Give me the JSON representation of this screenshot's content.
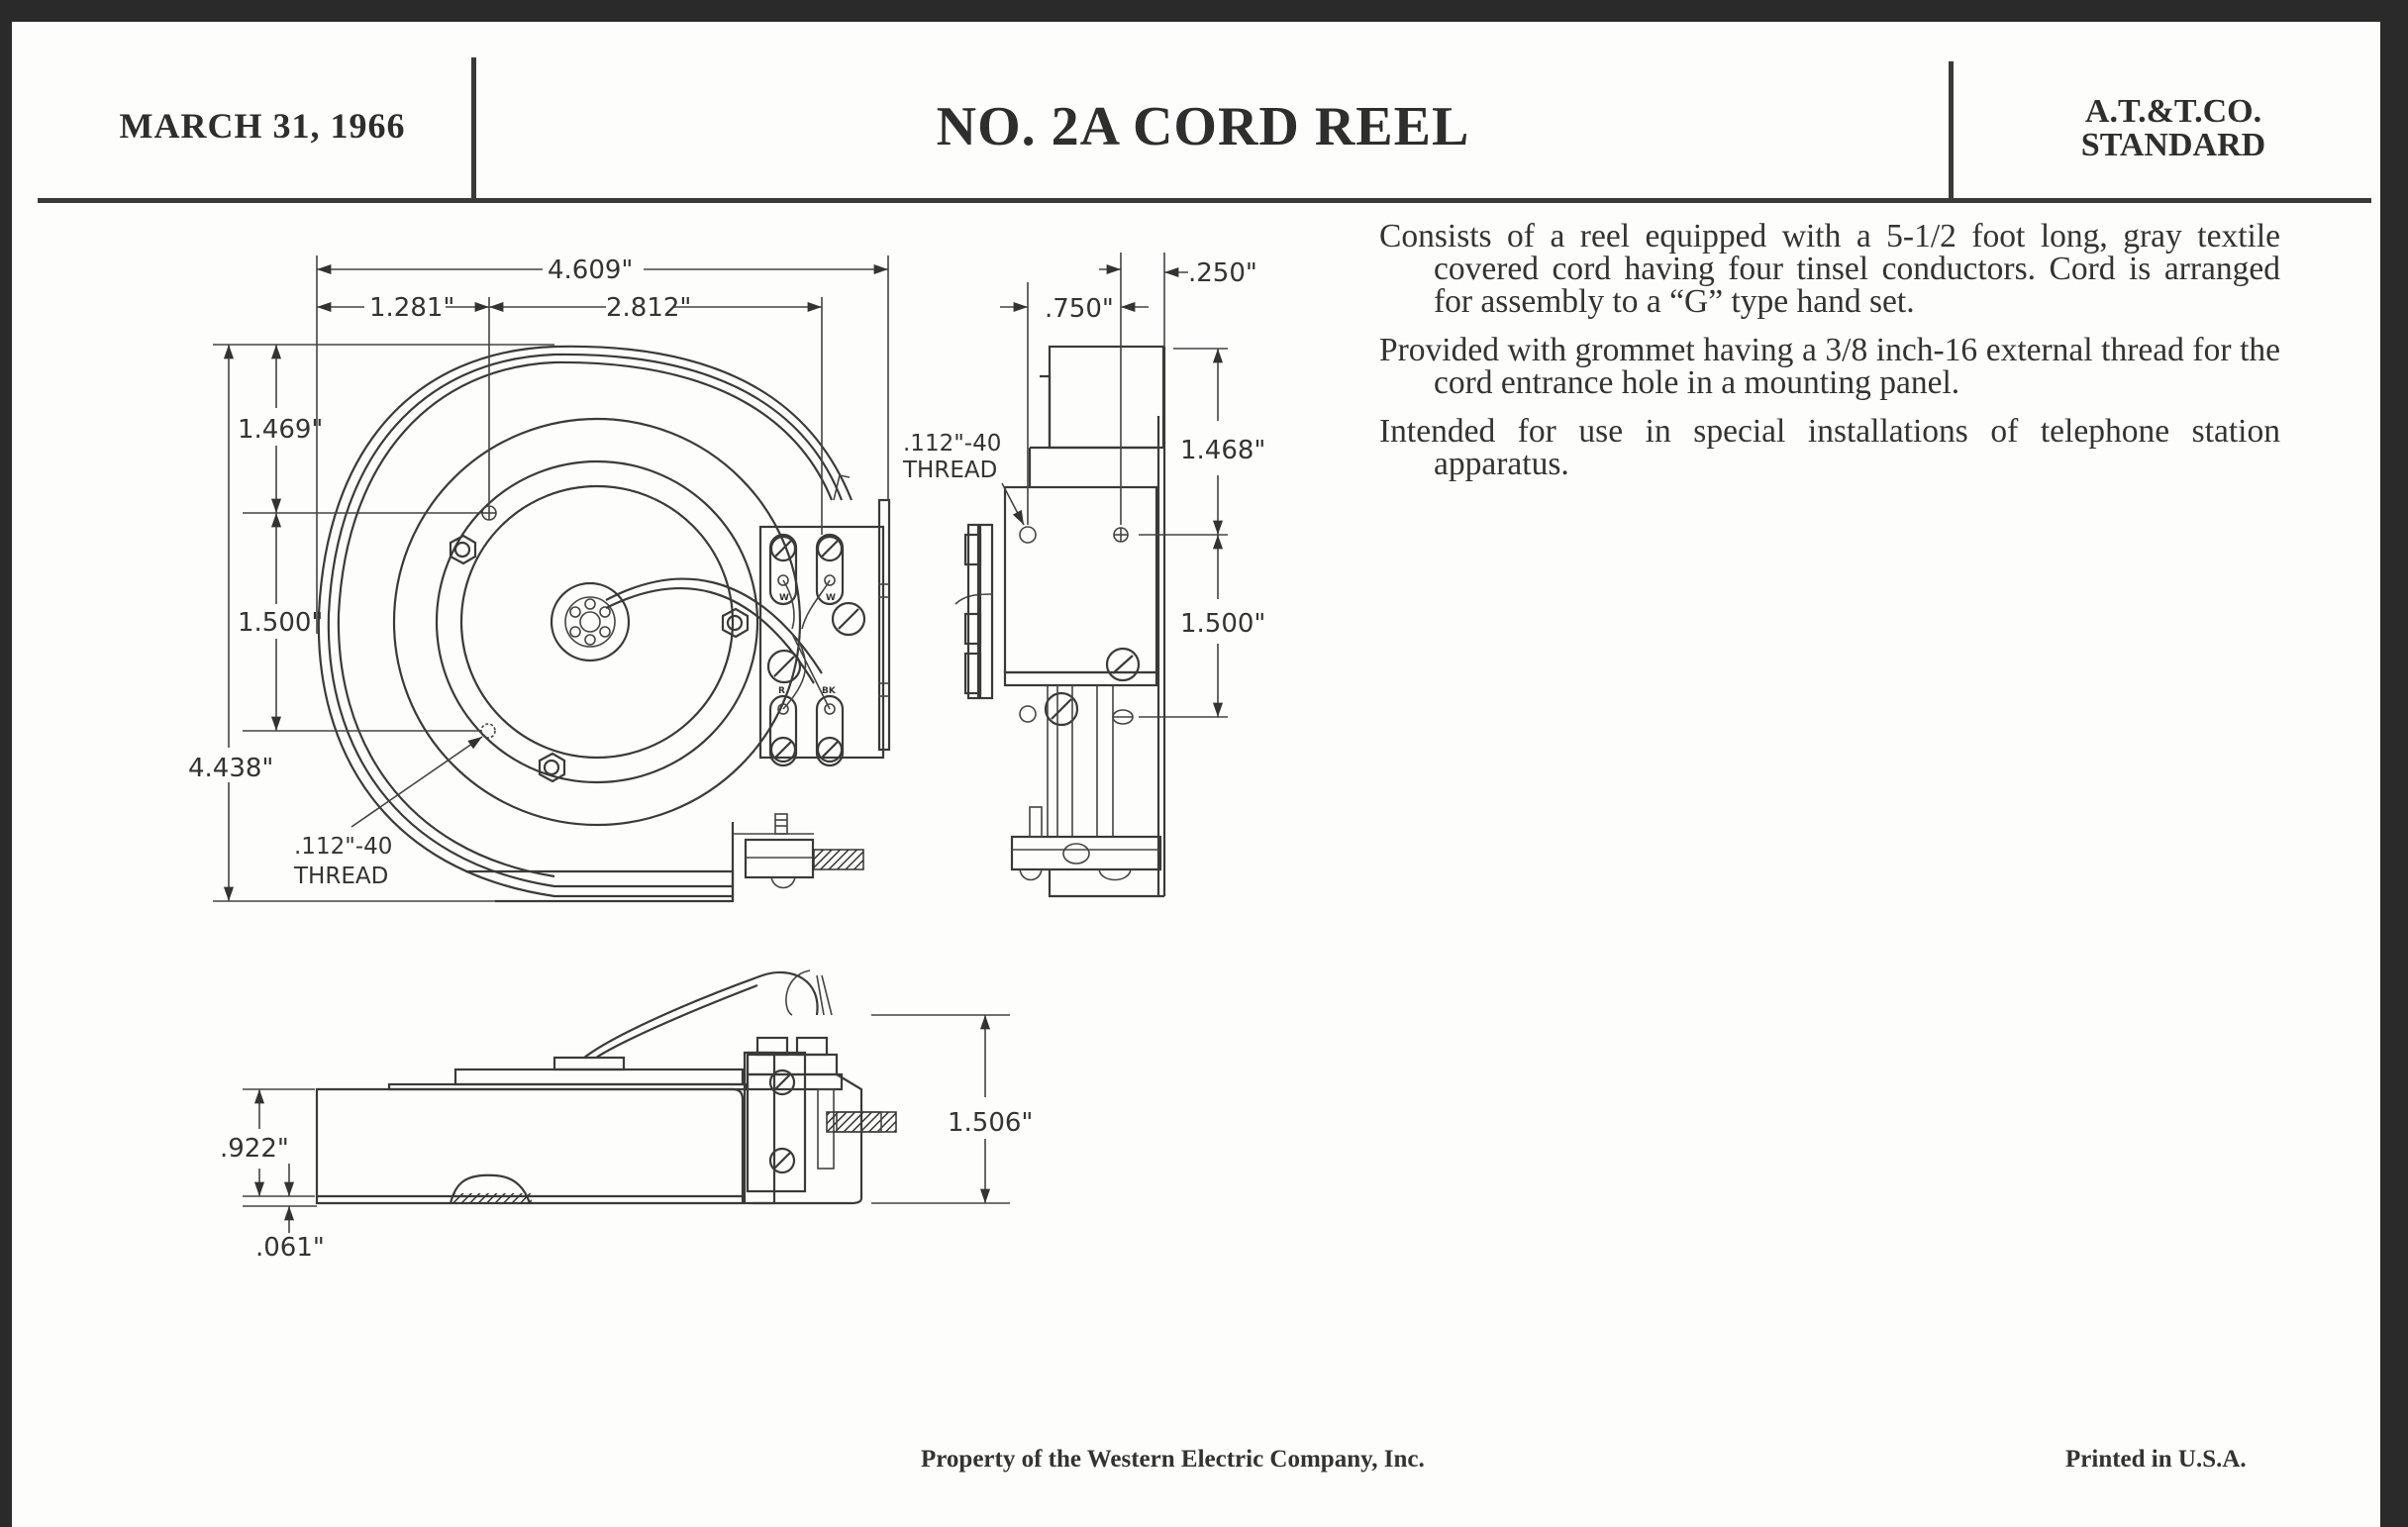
{
  "header": {
    "date": "MARCH 31, 1966",
    "title": "NO. 2A CORD REEL",
    "standard_line1": "A.T.&T.CO.",
    "standard_line2": "STANDARD"
  },
  "description": [
    "Consists of a reel equipped with a 5-1/2 foot long, gray textile covered cord having four tinsel conductors. Cord is arranged for assembly to a “G” type hand set.",
    "Provided with grommet having a 3/8 inch-16 external thread for the cord entrance hole in a mounting panel.",
    "Intended for use in special installations of telephone station apparatus."
  ],
  "drawing": {
    "front_view": {
      "dim_overall_width": "4.609\"",
      "dim_left_offset": "1.281\"",
      "dim_hole_spacing": "2.812\"",
      "dim_top_to_hole": "1.469\"",
      "dim_hole_vertical": "1.500\"",
      "dim_overall_height": "4.438\"",
      "thread_note_line1": ".112\"-40",
      "thread_note_line2": "THREAD",
      "terminal_labels": [
        "W",
        "W",
        "R",
        "BK"
      ]
    },
    "side_view": {
      "dim_hole_offset": ".750\"",
      "dim_edge": ".250\"",
      "dim_top_to_hole": "1.468\"",
      "dim_hole_vertical": "1.500\"",
      "thread_note_line1": ".112\"-40",
      "thread_note_line2": "THREAD"
    },
    "bottom_view": {
      "dim_body_height": ".922\"",
      "dim_base_offset": ".061\"",
      "dim_overall_height": "1.506\""
    }
  },
  "footer": {
    "property": "Property of the Western Electric Company, Inc.",
    "printed": "Printed in U.S.A."
  }
}
